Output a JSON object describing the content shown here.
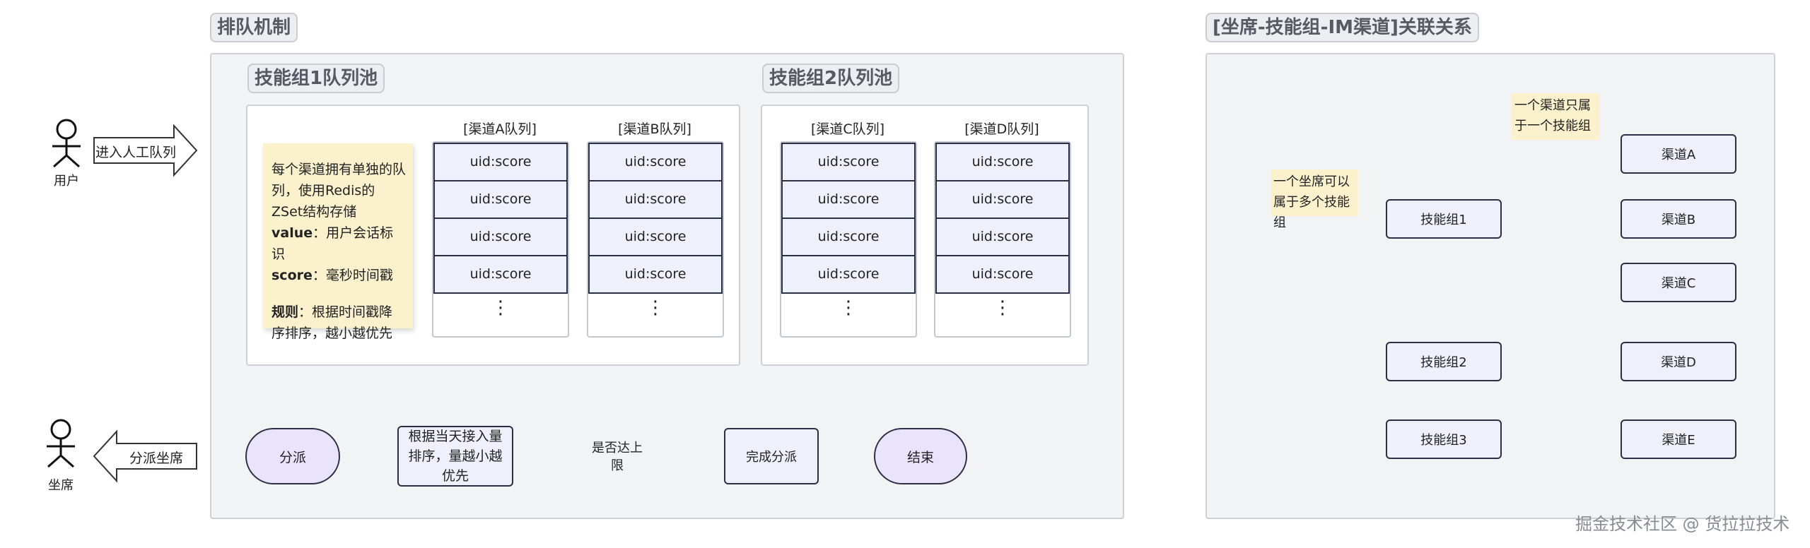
{
  "left_title": "排队机制",
  "right_title": "[坐席-技能组-IM渠道]关联关系",
  "pool1_title": "技能组1队列池",
  "pool2_title": "技能组2队列池",
  "queues": [
    {
      "header": "[渠道A队列]",
      "cells": [
        "uid:score",
        "uid:score",
        "uid:score",
        "uid:score"
      ],
      "more": "⋮"
    },
    {
      "header": "[渠道B队列]",
      "cells": [
        "uid:score",
        "uid:score",
        "uid:score",
        "uid:score"
      ],
      "more": "⋮"
    },
    {
      "header": "[渠道C队列]",
      "cells": [
        "uid:score",
        "uid:score",
        "uid:score",
        "uid:score"
      ],
      "more": "⋮"
    },
    {
      "header": "[渠道D队列]",
      "cells": [
        "uid:score",
        "uid:score",
        "uid:score",
        "uid:score"
      ],
      "more": "⋮"
    }
  ],
  "note": {
    "line1": "每个渠道拥有单独的队列，使用Redis的ZSet结构存储",
    "value_key": "value",
    "value_text": "：用户会话标识",
    "score_key": "score",
    "score_text": "：毫秒时间戳",
    "rule_key": "规则",
    "rule_text": "：根据时间戳降序排序，越小越优先"
  },
  "actors": {
    "user": "用户",
    "seat_left": "坐席",
    "seat_right": "坐席"
  },
  "arrows": {
    "enter": "进入人工队列",
    "dispatch": "分派坐席"
  },
  "flow": {
    "start": "分派",
    "sort": "根据当天接入量排序，量越小越优先",
    "decision": "是否达上限",
    "done": "完成分派",
    "end": "结束"
  },
  "relation": {
    "note_seat": "一个坐席可以属于多个技能组",
    "note_channel": "一个渠道只属于一个技能组",
    "groups": [
      "技能组1",
      "技能组2",
      "技能组3"
    ],
    "channels": [
      "渠道A",
      "渠道B",
      "渠道C",
      "渠道D",
      "渠道E"
    ]
  },
  "footer": "掘金技术社区 @ 货拉拉技术"
}
